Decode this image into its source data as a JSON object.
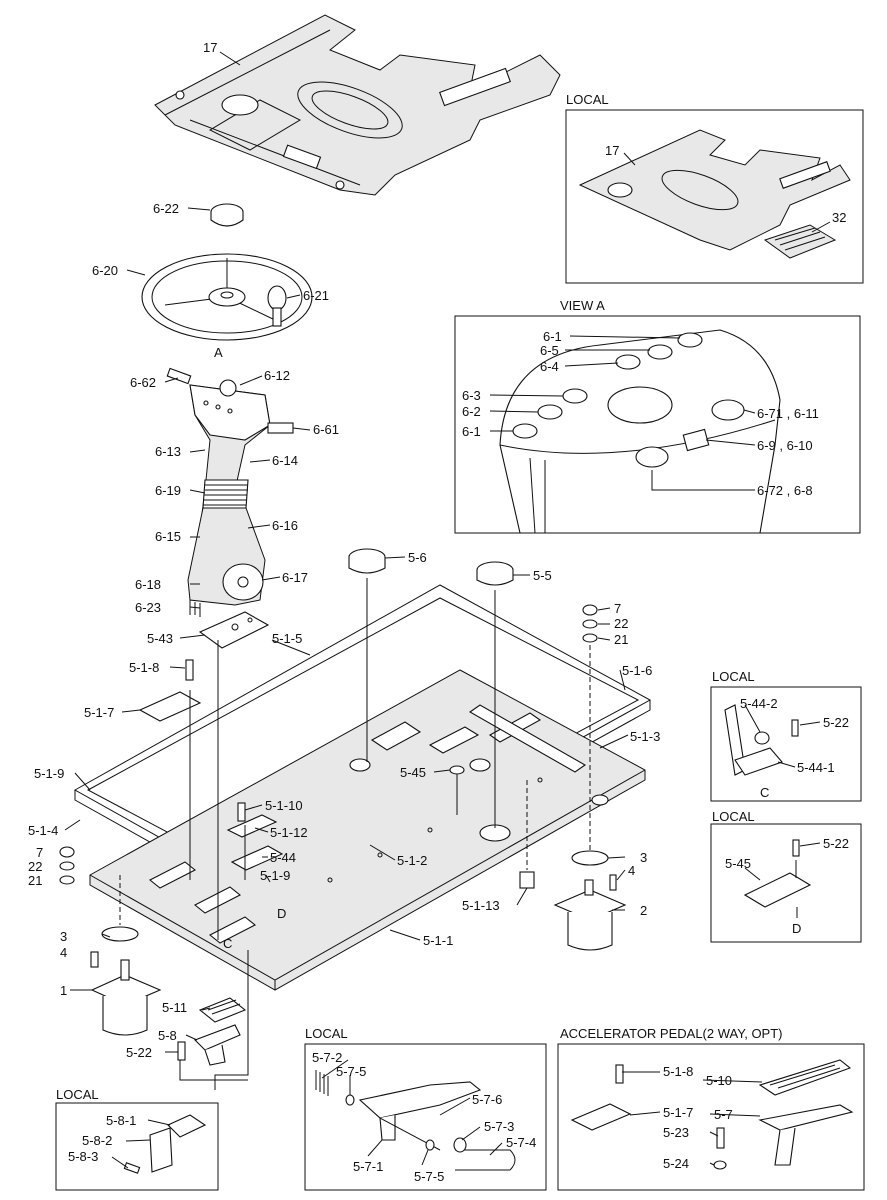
{
  "titles": {
    "local_1": "LOCAL",
    "view_a": "VIEW A",
    "local_2": "LOCAL",
    "local_3": "LOCAL",
    "local_4": "LOCAL",
    "local_5": "LOCAL",
    "accelerator": "ACCELERATOR PEDAL(2 WAY, OPT)"
  },
  "callouts": {
    "c17": "17",
    "c17b": "17",
    "c32": "32",
    "c6_22": "6-22",
    "c6_20": "6-20",
    "c6_21": "6-21",
    "cA": "A",
    "c6_62": "6-62",
    "c6_12": "6-12",
    "c6_61": "6-61",
    "c6_13": "6-13",
    "c6_14": "6-14",
    "c6_19": "6-19",
    "c6_15": "6-15",
    "c6_16": "6-16",
    "c6_18": "6-18",
    "c6_17": "6-17",
    "c6_23": "6-23",
    "v6_1a": "6-1",
    "v6_5": "6-5",
    "v6_4": "6-4",
    "v6_3": "6-3",
    "v6_2": "6-2",
    "v6_1b": "6-1",
    "v6_71": "6-71 , 6-11",
    "v6_9": "6-9 , 6-10",
    "v6_72": "6-72 , 6-8",
    "c5_6": "5-6",
    "c5_5": "5-5",
    "c7a": "7",
    "c22a": "22",
    "c21a": "21",
    "c5_43": "5-43",
    "c5_1_5": "5-1-5",
    "c5_1_6": "5-1-6",
    "c5_1_8": "5-1-8",
    "c5_1_7": "5-1-7",
    "c5_1_3": "5-1-3",
    "c5_1_9a": "5-1-9",
    "c5_45a": "5-45",
    "c5_1_4": "5-1-4",
    "c5_1_10": "5-1-10",
    "c5_1_12": "5-1-12",
    "c7b": "7",
    "c22b": "22",
    "c21b": "21",
    "c5_44": "5-44",
    "c5_1_2": "5-1-2",
    "c5_1_9b": "5-1-9",
    "c3a": "3",
    "c4a": "4",
    "cD": "D",
    "c5_1_13": "5-1-13",
    "c2": "2",
    "c3b": "3",
    "c4b": "4",
    "cC": "C",
    "c5_1_1": "5-1-1",
    "c1": "1",
    "c5_11": "5-11",
    "c5_8": "5-8",
    "c5_22a": "5-22",
    "l5_44_2": "5-44-2",
    "l5_22b": "5-22",
    "l5_44_1": "5-44-1",
    "lC": "C",
    "l5_22c": "5-22",
    "l5_45": "5-45",
    "lD": "D",
    "l5_8_1": "5-8-1",
    "l5_8_2": "5-8-2",
    "l5_8_3": "5-8-3",
    "l5_7_2": "5-7-2",
    "l5_7_5a": "5-7-5",
    "l5_7_6": "5-7-6",
    "l5_7_3": "5-7-3",
    "l5_7_4": "5-7-4",
    "l5_7_1": "5-7-1",
    "l5_7_5b": "5-7-5",
    "a5_1_8": "5-1-8",
    "a5_10": "5-10",
    "a5_1_7": "5-1-7",
    "a5_7": "5-7",
    "a5_23": "5-23",
    "a5_24": "5-24"
  }
}
